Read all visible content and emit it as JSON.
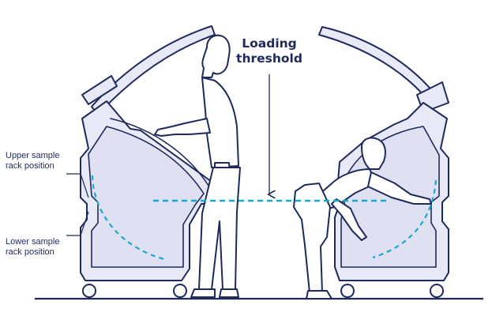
{
  "labels": {
    "threshold_line1": "Loading",
    "threshold_line2": "threshold",
    "upper_line1": "Upper sample",
    "upper_line2": "rack position",
    "lower_line1": "Lower sample",
    "lower_line2": "rack position"
  },
  "colors": {
    "outline": "#1f2a5c",
    "cabinet_fill": "#e8e9f7",
    "dashed_path": "#1aa7c9",
    "background": "#ffffff"
  }
}
